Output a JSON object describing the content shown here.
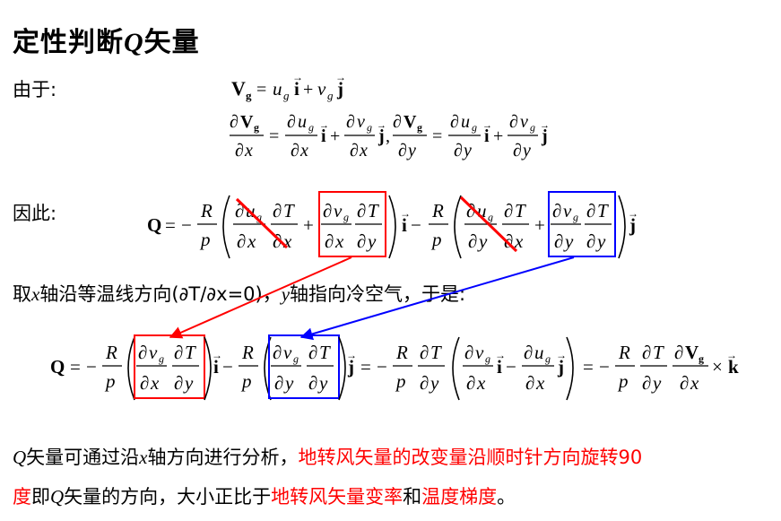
{
  "title": {
    "prefix": "定性判断",
    "q": "Q",
    "suffix": "矢量"
  },
  "labels": {
    "since": "由于:",
    "therefore": "因此:"
  },
  "statement": {
    "p1": "取",
    "x": "x",
    "p2": "轴沿等温线方向(∂T/∂x=0)，",
    "y": "y",
    "p3": "轴指向冷空气，于是:"
  },
  "conclusion": {
    "line1_q": "Q",
    "line1_a": "矢量可通过沿",
    "line1_x": "x",
    "line1_b": "轴方向进行分析，",
    "line1_red": "地转风矢量的改变量沿顺时针方向旋转90",
    "line2_red1": "度",
    "line2_a": "即",
    "line2_q": "Q",
    "line2_b": "矢量的方向，大小正比于",
    "line2_red2": "地转风矢量变率",
    "line2_c": "和",
    "line2_red3": "温度梯度",
    "line2_d": "。"
  },
  "colors": {
    "red": "#ff0000",
    "blue": "#0000ff",
    "black": "#000000"
  }
}
